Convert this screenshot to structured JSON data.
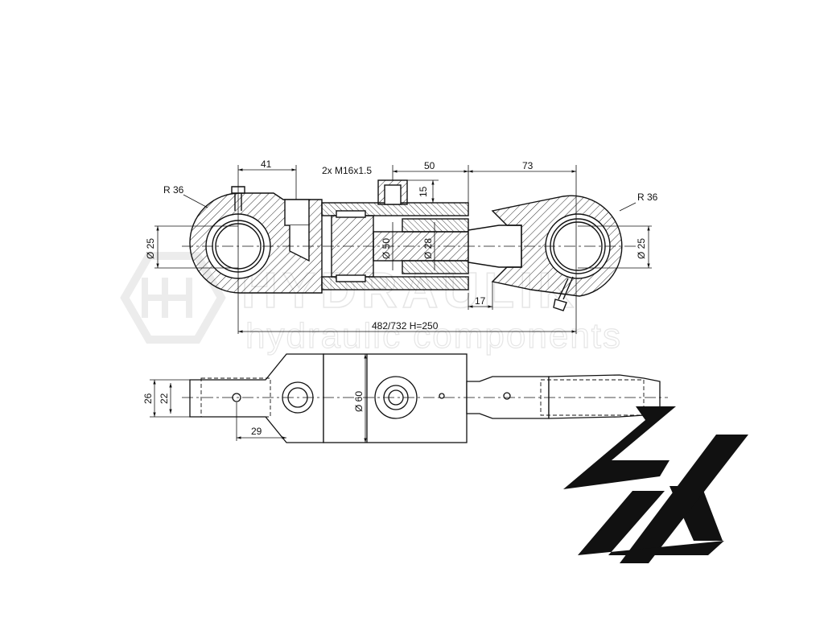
{
  "watermark": {
    "brand": "HYDRAULIK",
    "tagline": "hydraulic components"
  },
  "logo": {
    "text": "SX"
  },
  "dimensions": {
    "side_view": {
      "eye_offset": "41",
      "ports": "2x M16x1.5",
      "port_spacing": "50",
      "rod_to_eye": "73",
      "port_height": "15",
      "radius_left": "R 36",
      "radius_right": "R 36",
      "pin_left": "Ø 25",
      "pin_right": "Ø 25",
      "bore": "Ø 50",
      "rod": "Ø 28",
      "rod_end_length": "17",
      "length": "482/732 H=250"
    },
    "top_view": {
      "outer_width": "26",
      "inner_width": "22",
      "body_diameter": "Ø 60",
      "eye_length": "29"
    }
  }
}
